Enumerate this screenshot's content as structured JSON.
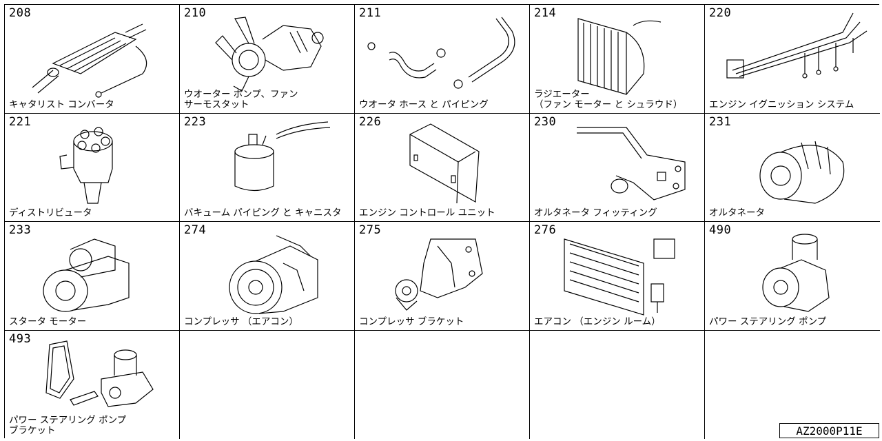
{
  "cells": [
    {
      "code": "208",
      "label": "キャタリスト コンバータ"
    },
    {
      "code": "210",
      "label": "ウオーター ポンプ、ファン\nサーモスタット"
    },
    {
      "code": "211",
      "label": "ウオータ ホース と パイピング"
    },
    {
      "code": "214",
      "label": "ラジエーター\n（ファン モーター と シュラウド）"
    },
    {
      "code": "220",
      "label": "エンジン イグニッション システム"
    },
    {
      "code": "221",
      "label": "ディストリビュータ"
    },
    {
      "code": "223",
      "label": "バキューム パイピング と キャニスタ"
    },
    {
      "code": "226",
      "label": "エンジン コントロール ユニット"
    },
    {
      "code": "230",
      "label": "オルタネータ フィッティング"
    },
    {
      "code": "231",
      "label": "オルタネータ"
    },
    {
      "code": "233",
      "label": "スタータ モーター"
    },
    {
      "code": "274",
      "label": "コンプレッサ （エアコン）"
    },
    {
      "code": "275",
      "label": "コンプレッサ ブラケット"
    },
    {
      "code": "276",
      "label": "エアコン （エンジン ルーム）"
    },
    {
      "code": "490",
      "label": "パワー ステアリング ポンプ"
    },
    {
      "code": "493",
      "label": "パワー ステアリング ポンプ\nブラケット"
    }
  ],
  "reference_code": "AZ2000P11E"
}
